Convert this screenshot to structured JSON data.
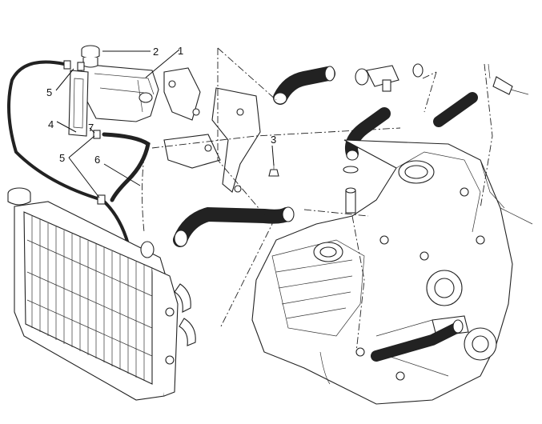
{
  "callouts": [
    {
      "id": "c1",
      "text": "1"
    },
    {
      "id": "c2",
      "text": "2"
    },
    {
      "id": "c3",
      "text": "3"
    },
    {
      "id": "c4",
      "text": "4"
    },
    {
      "id": "c5a",
      "text": "5"
    },
    {
      "id": "c5b",
      "text": "5"
    },
    {
      "id": "c6",
      "text": "6"
    },
    {
      "id": "c7",
      "text": "7"
    }
  ]
}
